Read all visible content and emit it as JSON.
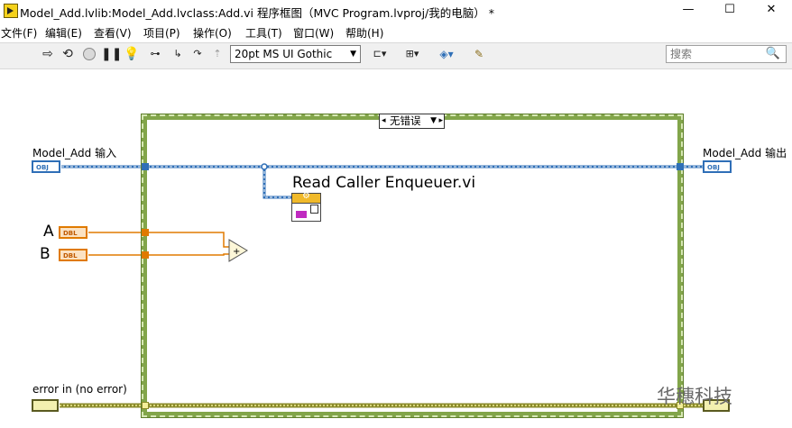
{
  "window": {
    "title": "Model_Add.lvlib:Model_Add.lvclass:Add.vi 程序框图（MVC Program.lvproj/我的电脑）  *",
    "minimize_glyph": "—",
    "maximize_glyph": "☐",
    "close_glyph": "✕"
  },
  "menubar": {
    "items": [
      "文件(F)",
      "编辑(E)",
      "查看(V)",
      "项目(P)",
      "操作(O)",
      "工具(T)",
      "窗口(W)",
      "帮助(H)"
    ]
  },
  "toolbar": {
    "font_select_value": "20pt MS UI Gothic",
    "search_placeholder": "搜索",
    "icons": [
      "run-arrow-icon",
      "run-continuously-icon",
      "abort-icon",
      "pause-icon",
      "highlight-execution-icon",
      "retain-wire-values-icon",
      "step-into-icon",
      "step-over-icon",
      "step-out-icon",
      "align-objects-icon",
      "distribute-objects-icon",
      "reorder-icon",
      "cleanup-diagram-icon"
    ]
  },
  "diagram": {
    "case_selector_value": "无错误",
    "model_in_label": "Model_Add 输入",
    "model_out_label": "Model_Add 输出",
    "a_label": "A",
    "b_label": "B",
    "error_in_label": "error in (no error)",
    "subvi_label": "Read Caller Enqueuer.vi",
    "obj_terminal_text": "OBJ",
    "dbl_terminal_text": "DBL",
    "add_symbol": "+",
    "wire_colors": {
      "object": "#2f6fb7",
      "numeric": "#e07a00",
      "error": "#8a8a2a",
      "case_frame": "#82a54a"
    }
  },
  "watermark": "华穗科技"
}
